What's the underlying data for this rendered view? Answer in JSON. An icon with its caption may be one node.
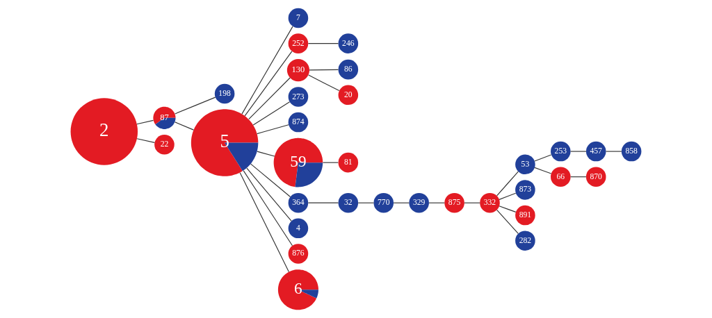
{
  "diagram": {
    "nodes": [
      {
        "text": [
          "198"
        ]
      },
      {
        "text": [
          "246"
        ]
      },
      {
        "text": [
          "2"
        ]
      },
      {
        "text": [
          "87"
        ]
      },
      {
        "text": [
          "7"
        ]
      },
      {
        "text": [
          "252"
        ]
      },
      {
        "text": [
          "86"
        ]
      },
      {
        "text": [
          "130"
        ]
      },
      {
        "text": [
          "5"
        ]
      },
      {
        "text": [
          "273"
        ]
      },
      {
        "text": [
          "20"
        ]
      },
      {
        "text": [
          "457"
        ]
      },
      {
        "text": [
          "253"
        ]
      },
      {
        "text": [
          "874"
        ]
      },
      {
        "text": [
          "858"
        ]
      },
      {
        "text": [
          "53"
        ]
      },
      {
        "text": [
          "59"
        ]
      },
      {
        "text": [
          "66"
        ]
      },
      {
        "text": [
          "22"
        ]
      },
      {
        "text": [
          "870"
        ]
      },
      {
        "text": [
          "364"
        ]
      },
      {
        "text": [
          "873"
        ]
      },
      {
        "text": [
          "32"
        ]
      },
      {
        "text": [
          "332"
        ]
      },
      {
        "text": [
          "770"
        ]
      },
      {
        "text": [
          "329"
        ]
      },
      {
        "text": [
          "81"
        ]
      },
      {
        "text": [
          "4"
        ]
      },
      {
        "text": [
          "876"
        ]
      },
      {
        "text": [
          "6"
        ]
      },
      {
        "text": [
          "875"
        ]
      },
      {
        "text": [
          "891"
        ]
      },
      {
        "text": [
          "282"
        ]
      }
    ],
    "edges": [
      {
        "from": 2,
        "to": 3,
        "arrow": "none"
      },
      {
        "from": 3,
        "to": 0,
        "arrow": "none"
      },
      {
        "from": 3,
        "to": 8,
        "arrow": "none"
      },
      {
        "from": 2,
        "to": 18,
        "arrow": "none"
      },
      {
        "from": 8,
        "to": 4,
        "arrow": "none"
      },
      {
        "from": 8,
        "to": 5,
        "arrow": "none"
      },
      {
        "from": 5,
        "to": 1,
        "arrow": "none"
      },
      {
        "from": 8,
        "to": 7,
        "arrow": "none"
      },
      {
        "from": 7,
        "to": 6,
        "arrow": "none"
      },
      {
        "from": 7,
        "to": 10,
        "arrow": "none"
      },
      {
        "from": 8,
        "to": 9,
        "arrow": "none"
      },
      {
        "from": 8,
        "to": 13,
        "arrow": "none"
      },
      {
        "from": 8,
        "to": 16,
        "arrow": "none"
      },
      {
        "from": 16,
        "to": 26,
        "arrow": "none"
      },
      {
        "from": 8,
        "to": 27,
        "arrow": "none"
      },
      {
        "from": 8,
        "to": 28,
        "arrow": "none"
      },
      {
        "from": 8,
        "to": 29,
        "arrow": "none"
      },
      {
        "from": 8,
        "to": 20,
        "arrow": "none"
      },
      {
        "from": 20,
        "to": 22,
        "arrow": "none"
      },
      {
        "from": 22,
        "to": 24,
        "arrow": "none"
      },
      {
        "from": 24,
        "to": 25,
        "arrow": "none"
      },
      {
        "from": 25,
        "to": 30,
        "arrow": "none"
      },
      {
        "from": 30,
        "to": 23,
        "arrow": "none"
      },
      {
        "from": 23,
        "to": 15,
        "arrow": "none"
      },
      {
        "from": 15,
        "to": 12,
        "arrow": "none"
      },
      {
        "from": 12,
        "to": 11,
        "arrow": "none"
      },
      {
        "from": 11,
        "to": 14,
        "arrow": "none"
      },
      {
        "from": 15,
        "to": 17,
        "arrow": "none"
      },
      {
        "from": 17,
        "to": 19,
        "arrow": "none"
      },
      {
        "from": 23,
        "to": 21,
        "arrow": "none"
      },
      {
        "from": 23,
        "to": 31,
        "arrow": "none"
      },
      {
        "from": 23,
        "to": 32,
        "arrow": "none"
      }
    ]
  }
}
